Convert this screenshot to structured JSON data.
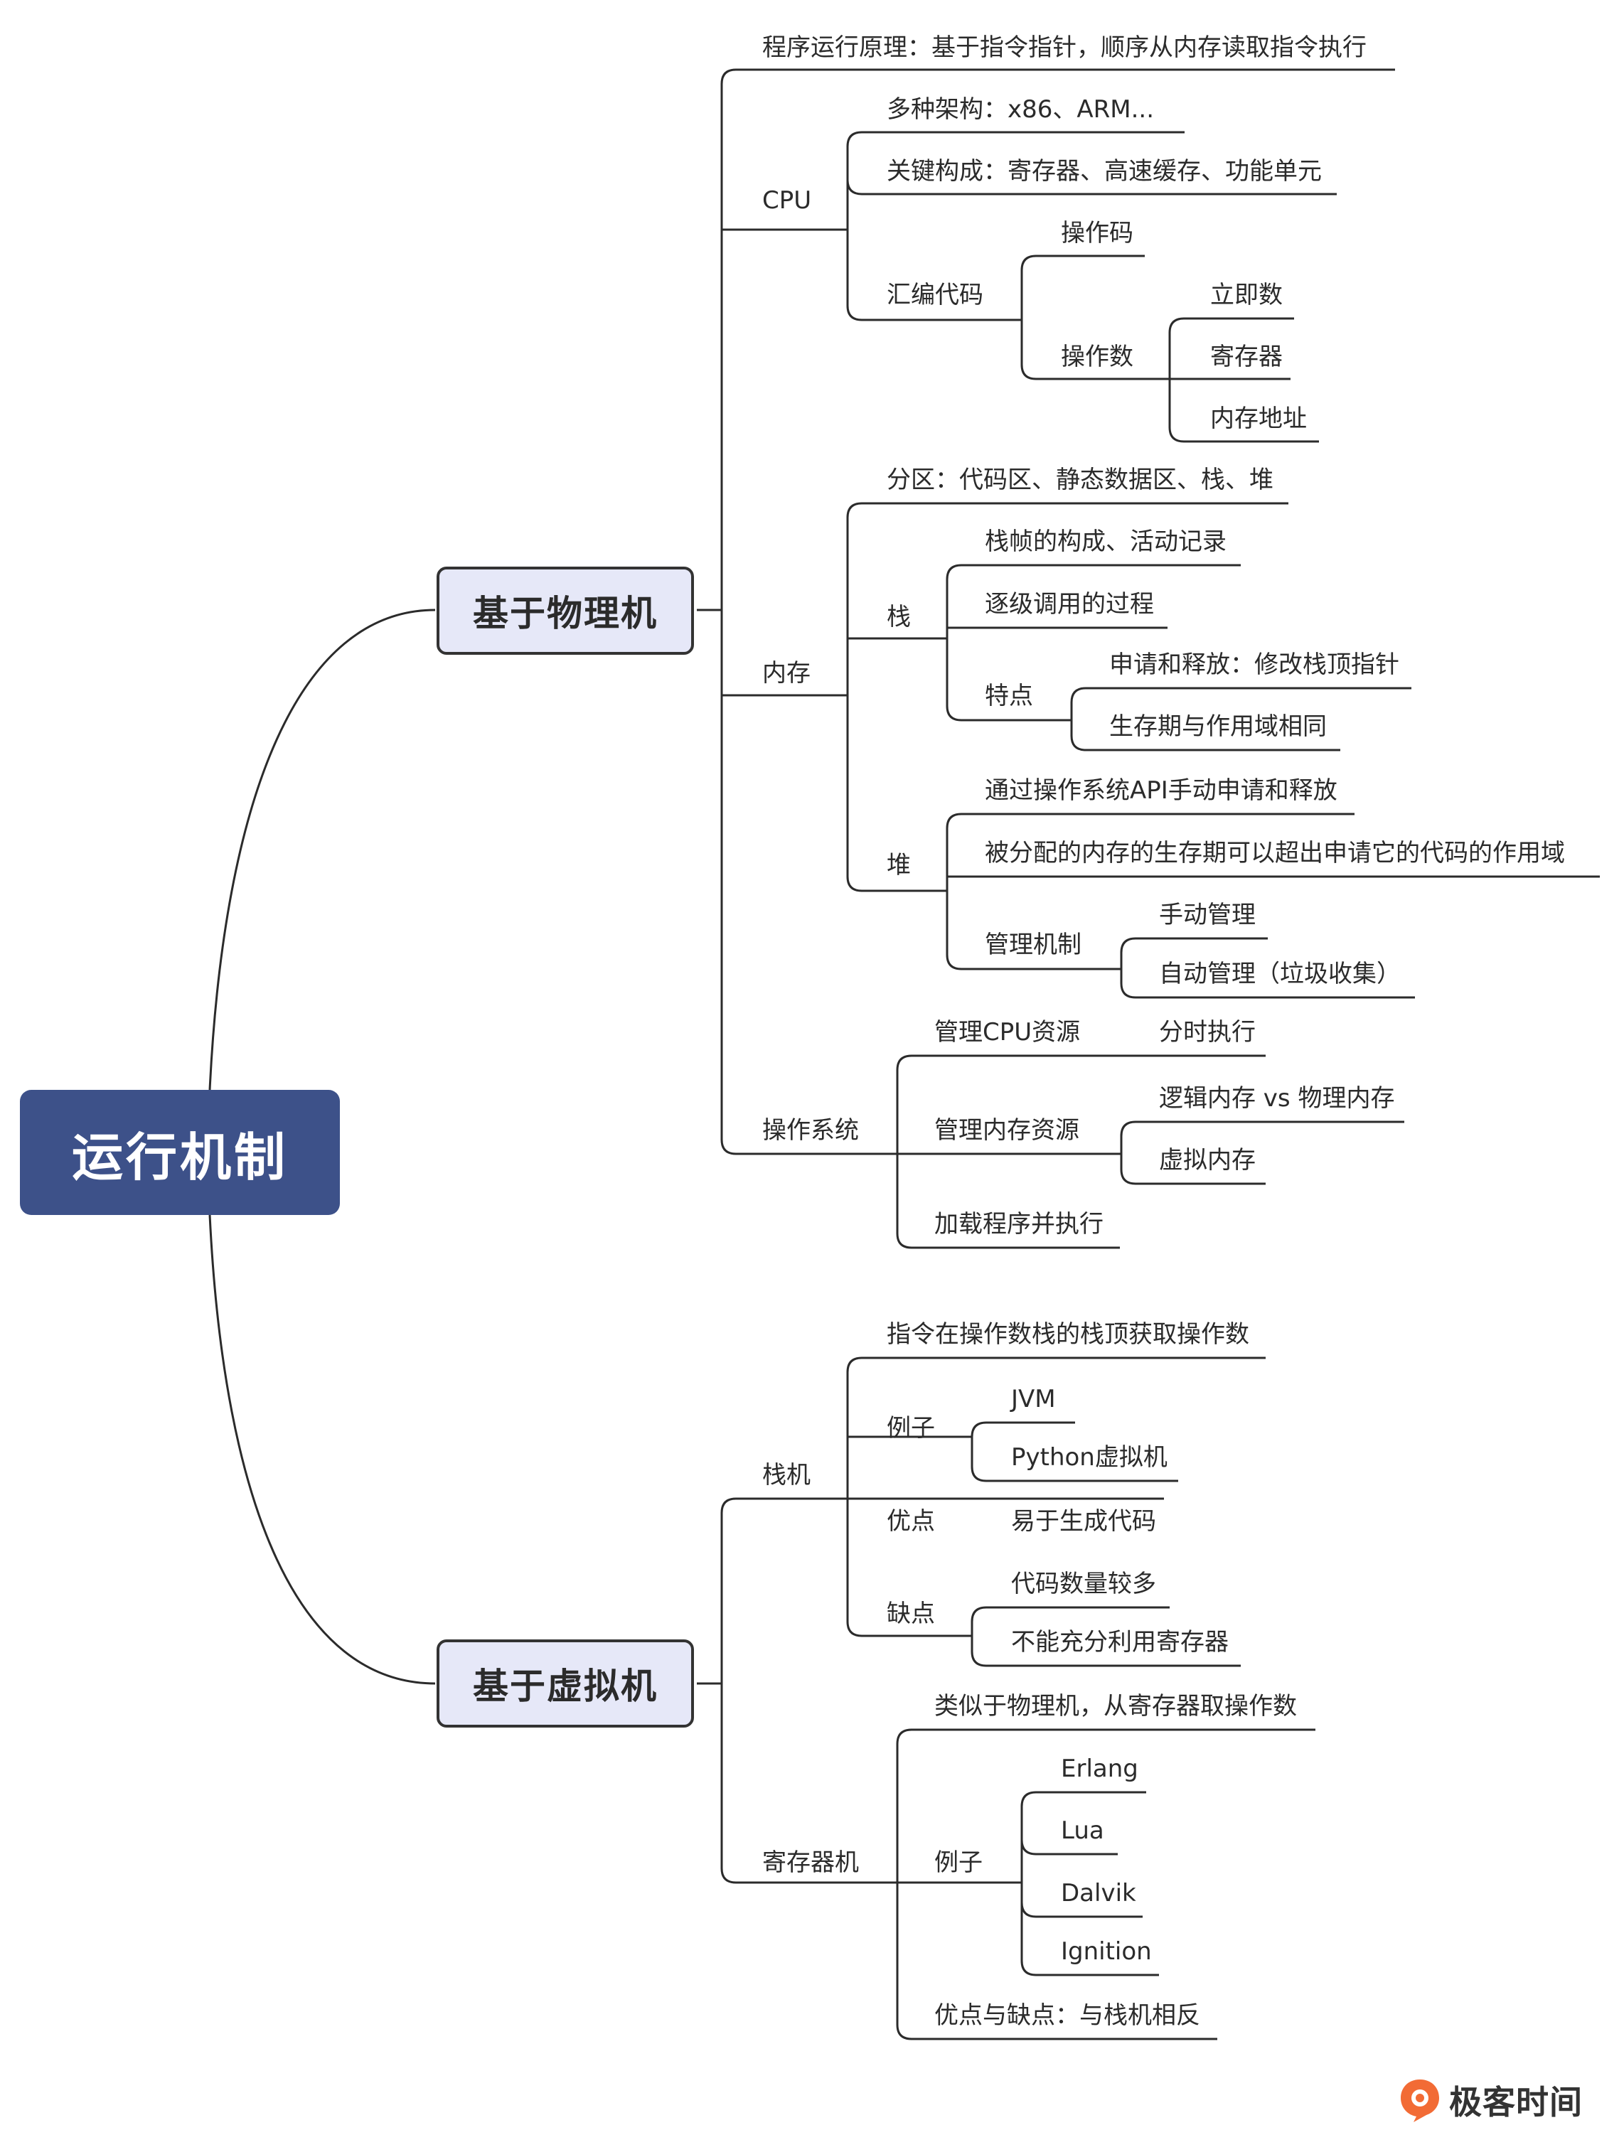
{
  "root": {
    "label": "运行机制"
  },
  "branches": {
    "physical": {
      "label": "基于物理机"
    },
    "virtual": {
      "label": "基于虚拟机"
    }
  },
  "physical": {
    "principle": "程序运行原理：基于指令指针，顺序从内存读取指令执行",
    "cpu": {
      "label": "CPU",
      "arch": "多种架构：x86、ARM...",
      "components": "关键构成：寄存器、高速缓存、功能单元",
      "asm": {
        "label": "汇编代码",
        "opcode": "操作码",
        "operand": {
          "label": "操作数",
          "items": [
            "立即数",
            "寄存器",
            "内存地址"
          ]
        }
      }
    },
    "memory": {
      "label": "内存",
      "zones": "分区：代码区、静态数据区、栈、堆",
      "stack": {
        "label": "栈",
        "frame": "栈帧的构成、活动记录",
        "calls": "逐级调用的过程",
        "traits": {
          "label": "特点",
          "items": [
            "申请和释放：修改栈顶指针",
            "生存期与作用域相同"
          ]
        }
      },
      "heap": {
        "label": "堆",
        "api": "通过操作系统API手动申请和释放",
        "lifetime": "被分配的内存的生存期可以超出申请它的代码的作用域",
        "mgmt": {
          "label": "管理机制",
          "items": [
            "手动管理",
            "自动管理（垃圾收集）"
          ]
        }
      }
    },
    "os": {
      "label": "操作系统",
      "cpu_res": {
        "label": "管理CPU资源",
        "item": "分时执行"
      },
      "mem_res": {
        "label": "管理内存资源",
        "items": [
          "逻辑内存 vs 物理内存",
          "虚拟内存"
        ]
      },
      "load": "加载程序并执行"
    }
  },
  "virtual": {
    "stack_vm": {
      "label": "栈机",
      "desc": "指令在操作数栈的栈顶获取操作数",
      "examples": {
        "label": "例子",
        "items": [
          "JVM",
          "Python虚拟机"
        ]
      },
      "pros": {
        "label": "优点",
        "item": "易于生成代码"
      },
      "cons": {
        "label": "缺点",
        "items": [
          "代码数量较多",
          "不能充分利用寄存器"
        ]
      }
    },
    "register_vm": {
      "label": "寄存器机",
      "desc": "类似于物理机，从寄存器取操作数",
      "examples": {
        "label": "例子",
        "items": [
          "Erlang",
          "Lua",
          "Dalvik",
          "Ignition"
        ]
      },
      "proscons": "优点与缺点：与栈机相反"
    }
  },
  "brand": {
    "name": "极客时间"
  },
  "colors": {
    "root": "#3d5189",
    "branch_fill": "#e6e8f8",
    "line": "#2b2b2b",
    "logo": "#f26b35"
  }
}
